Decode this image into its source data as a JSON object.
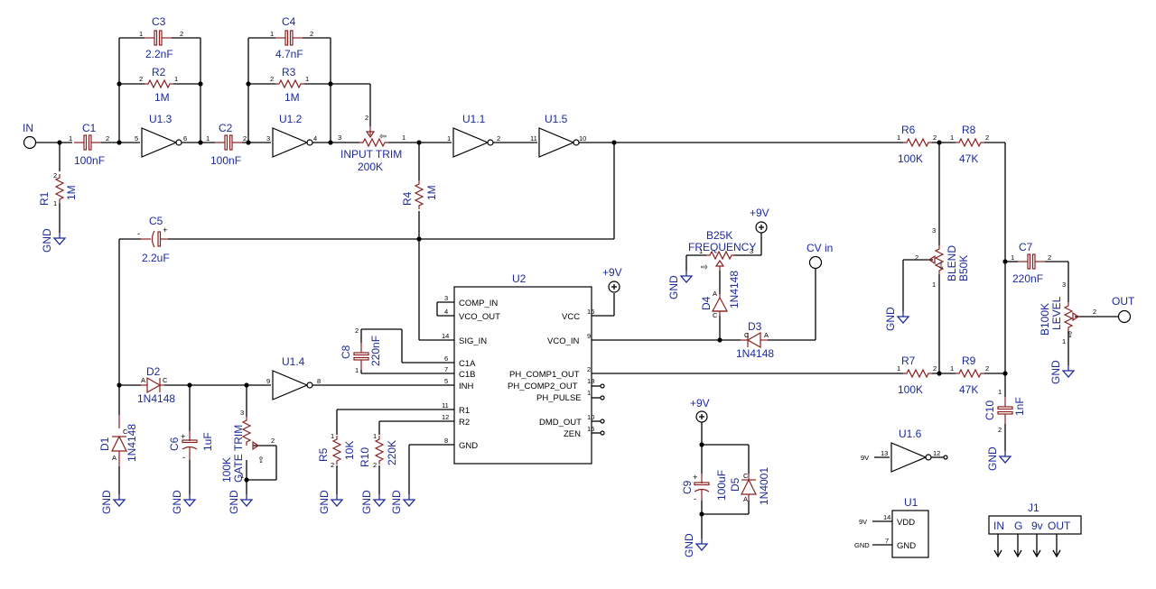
{
  "ports": {
    "in": "IN",
    "out": "OUT",
    "cv_in": "CV  in"
  },
  "power": {
    "p9v": "+9V",
    "gnd": "GND",
    "n9v": "9V"
  },
  "pins": {
    "p1": "1",
    "p2": "2",
    "p3": "3",
    "p4": "4",
    "p5": "5",
    "p6": "6",
    "p7": "7",
    "p8": "8",
    "p9": "9",
    "p10": "10",
    "p11": "11",
    "p12": "12",
    "p13": "13",
    "p14": "14",
    "p15": "15",
    "p16": "16",
    "a": "A",
    "c": "C"
  },
  "components": {
    "C1": {
      "ref": "C1",
      "value": "100nF"
    },
    "C2": {
      "ref": "C2",
      "value": "100nF"
    },
    "C3": {
      "ref": "C3",
      "value": "2.2nF"
    },
    "C4": {
      "ref": "C4",
      "value": "4.7nF"
    },
    "C5": {
      "ref": "C5",
      "value": "2.2uF"
    },
    "C6": {
      "ref": "C6",
      "value": "1uF"
    },
    "C7": {
      "ref": "C7",
      "value": "220nF"
    },
    "C8": {
      "ref": "C8",
      "value": "220nF"
    },
    "C9": {
      "ref": "C9",
      "value": "100uF"
    },
    "C10": {
      "ref": "C10",
      "value": "1nF"
    },
    "R1": {
      "ref": "R1",
      "value": "1M"
    },
    "R2": {
      "ref": "R2",
      "value": "1M"
    },
    "R3": {
      "ref": "R3",
      "value": "1M"
    },
    "R4": {
      "ref": "R4",
      "value": "1M"
    },
    "R5": {
      "ref": "R5",
      "value": "10K"
    },
    "R6": {
      "ref": "R6",
      "value": "100K"
    },
    "R7": {
      "ref": "R7",
      "value": "100K"
    },
    "R8": {
      "ref": "R8",
      "value": "47K"
    },
    "R9": {
      "ref": "R9",
      "value": "47K"
    },
    "R10": {
      "ref": "R10",
      "value": "220K"
    },
    "D1": {
      "ref": "D1",
      "value": "1N4148"
    },
    "D2": {
      "ref": "D2",
      "value": "1N4148"
    },
    "D3": {
      "ref": "D3",
      "value": "1N4148"
    },
    "D4": {
      "ref": "D4",
      "value": "1N4148"
    },
    "D5": {
      "ref": "D5",
      "value": "1N4001"
    },
    "POT_INPUT": {
      "name": "INPUT  TRIM",
      "value": "200K"
    },
    "POT_FREQ": {
      "name": "FREQUENCY",
      "value": "B25K"
    },
    "POT_BLEND": {
      "name": "BLEND",
      "value": "B50K"
    },
    "POT_LEVEL": {
      "name": "LEVEL",
      "value": "B100K"
    },
    "POT_GATE": {
      "name": "GATE  TRIM",
      "value": "100K"
    },
    "U1_1": "U1.1",
    "U1_2": "U1.2",
    "U1_3": "U1.3",
    "U1_4": "U1.4",
    "U1_5": "U1.5",
    "U1_6": "U1.6",
    "U1": "U1",
    "U2": "U2",
    "J1": "J1"
  },
  "u2_pins": {
    "comp_in": "COMP_IN",
    "vco_out": "VCO_OUT",
    "sig_in": "SIG_IN",
    "c1a": "C1A",
    "c1b": "C1B",
    "inh": "INH",
    "r1": "R1",
    "r2": "R2",
    "gnd": "GND",
    "vcc": "VCC",
    "vco_in": "VCO_IN",
    "ph_comp1": "PH_COMP1_OUT",
    "ph_comp2": "PH_COMP2_OUT",
    "ph_pulse": "PH_PULSE",
    "dmd_out": "DMD_OUT",
    "zen": "ZEN"
  },
  "u1_pins": {
    "vdd": "VDD",
    "gnd": "GND"
  },
  "j1_pins": {
    "in": "IN",
    "g": "G",
    "v9": "9v",
    "out": "OUT"
  }
}
